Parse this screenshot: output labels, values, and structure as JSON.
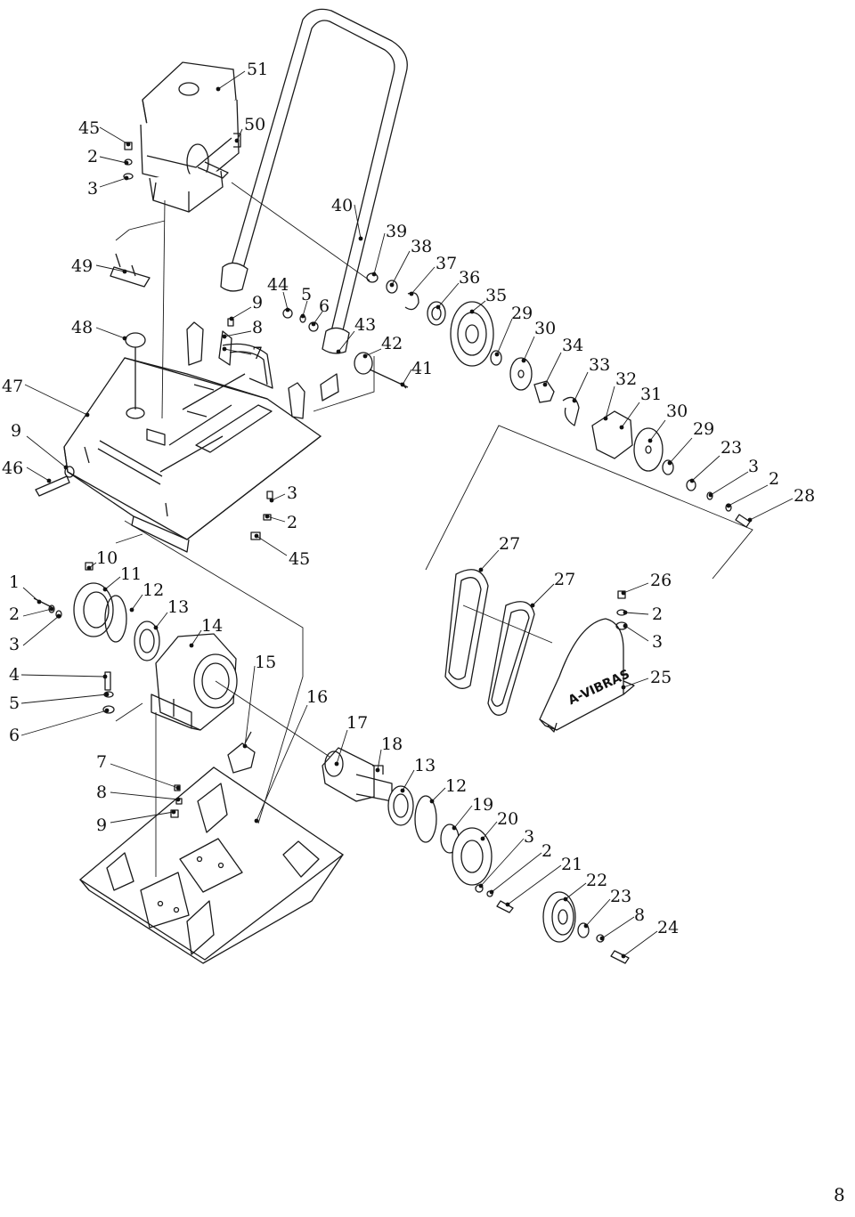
{
  "page_number": "8",
  "cover_brand": "A-VIBRAS",
  "callouts": [
    {
      "id": "c45a",
      "text": "45"
    },
    {
      "id": "c2a",
      "text": "2"
    },
    {
      "id": "c3a",
      "text": "3"
    },
    {
      "id": "c51",
      "text": "51"
    },
    {
      "id": "c50",
      "text": "50"
    },
    {
      "id": "c40",
      "text": "40"
    },
    {
      "id": "c39",
      "text": "39"
    },
    {
      "id": "c38",
      "text": "38"
    },
    {
      "id": "c37",
      "text": "37"
    },
    {
      "id": "c36",
      "text": "36"
    },
    {
      "id": "c35",
      "text": "35"
    },
    {
      "id": "c29a",
      "text": "29"
    },
    {
      "id": "c30a",
      "text": "30"
    },
    {
      "id": "c34",
      "text": "34"
    },
    {
      "id": "c33",
      "text": "33"
    },
    {
      "id": "c32",
      "text": "32"
    },
    {
      "id": "c31",
      "text": "31"
    },
    {
      "id": "c30b",
      "text": "30"
    },
    {
      "id": "c29b",
      "text": "29"
    },
    {
      "id": "c23a",
      "text": "23"
    },
    {
      "id": "c3b",
      "text": "3"
    },
    {
      "id": "c2b",
      "text": "2"
    },
    {
      "id": "c28",
      "text": "28"
    },
    {
      "id": "c49",
      "text": "49"
    },
    {
      "id": "c48",
      "text": "48"
    },
    {
      "id": "c47",
      "text": "47"
    },
    {
      "id": "c9a",
      "text": "9"
    },
    {
      "id": "c46",
      "text": "46"
    },
    {
      "id": "c44",
      "text": "44"
    },
    {
      "id": "c5a",
      "text": "5"
    },
    {
      "id": "c6a",
      "text": "6"
    },
    {
      "id": "c9b",
      "text": "9"
    },
    {
      "id": "c8a",
      "text": "8"
    },
    {
      "id": "c7a",
      "text": "7"
    },
    {
      "id": "c43",
      "text": "43"
    },
    {
      "id": "c42",
      "text": "42"
    },
    {
      "id": "c41",
      "text": "41"
    },
    {
      "id": "c3c",
      "text": "3"
    },
    {
      "id": "c2c",
      "text": "2"
    },
    {
      "id": "c45b",
      "text": "45"
    },
    {
      "id": "c1",
      "text": "1"
    },
    {
      "id": "c2d",
      "text": "2"
    },
    {
      "id": "c3d",
      "text": "3"
    },
    {
      "id": "c10",
      "text": "10"
    },
    {
      "id": "c11",
      "text": "11"
    },
    {
      "id": "c12a",
      "text": "12"
    },
    {
      "id": "c13a",
      "text": "13"
    },
    {
      "id": "c14",
      "text": "14"
    },
    {
      "id": "c4",
      "text": "4"
    },
    {
      "id": "c5b",
      "text": "5"
    },
    {
      "id": "c6b",
      "text": "6"
    },
    {
      "id": "c15",
      "text": "15"
    },
    {
      "id": "c16",
      "text": "16"
    },
    {
      "id": "c7b",
      "text": "7"
    },
    {
      "id": "c8b",
      "text": "8"
    },
    {
      "id": "c9c",
      "text": "9"
    },
    {
      "id": "c17",
      "text": "17"
    },
    {
      "id": "c18",
      "text": "18"
    },
    {
      "id": "c13b",
      "text": "13"
    },
    {
      "id": "c12b",
      "text": "12"
    },
    {
      "id": "c19",
      "text": "19"
    },
    {
      "id": "c20",
      "text": "20"
    },
    {
      "id": "c3e",
      "text": "3"
    },
    {
      "id": "c2e",
      "text": "2"
    },
    {
      "id": "c21",
      "text": "21"
    },
    {
      "id": "c22",
      "text": "22"
    },
    {
      "id": "c23b",
      "text": "23"
    },
    {
      "id": "c8c",
      "text": "8"
    },
    {
      "id": "c24",
      "text": "24"
    },
    {
      "id": "c27a",
      "text": "27"
    },
    {
      "id": "c27b",
      "text": "27"
    },
    {
      "id": "c26",
      "text": "26"
    },
    {
      "id": "c2f",
      "text": "2"
    },
    {
      "id": "c3f",
      "text": "3"
    },
    {
      "id": "c25",
      "text": "25"
    }
  ]
}
